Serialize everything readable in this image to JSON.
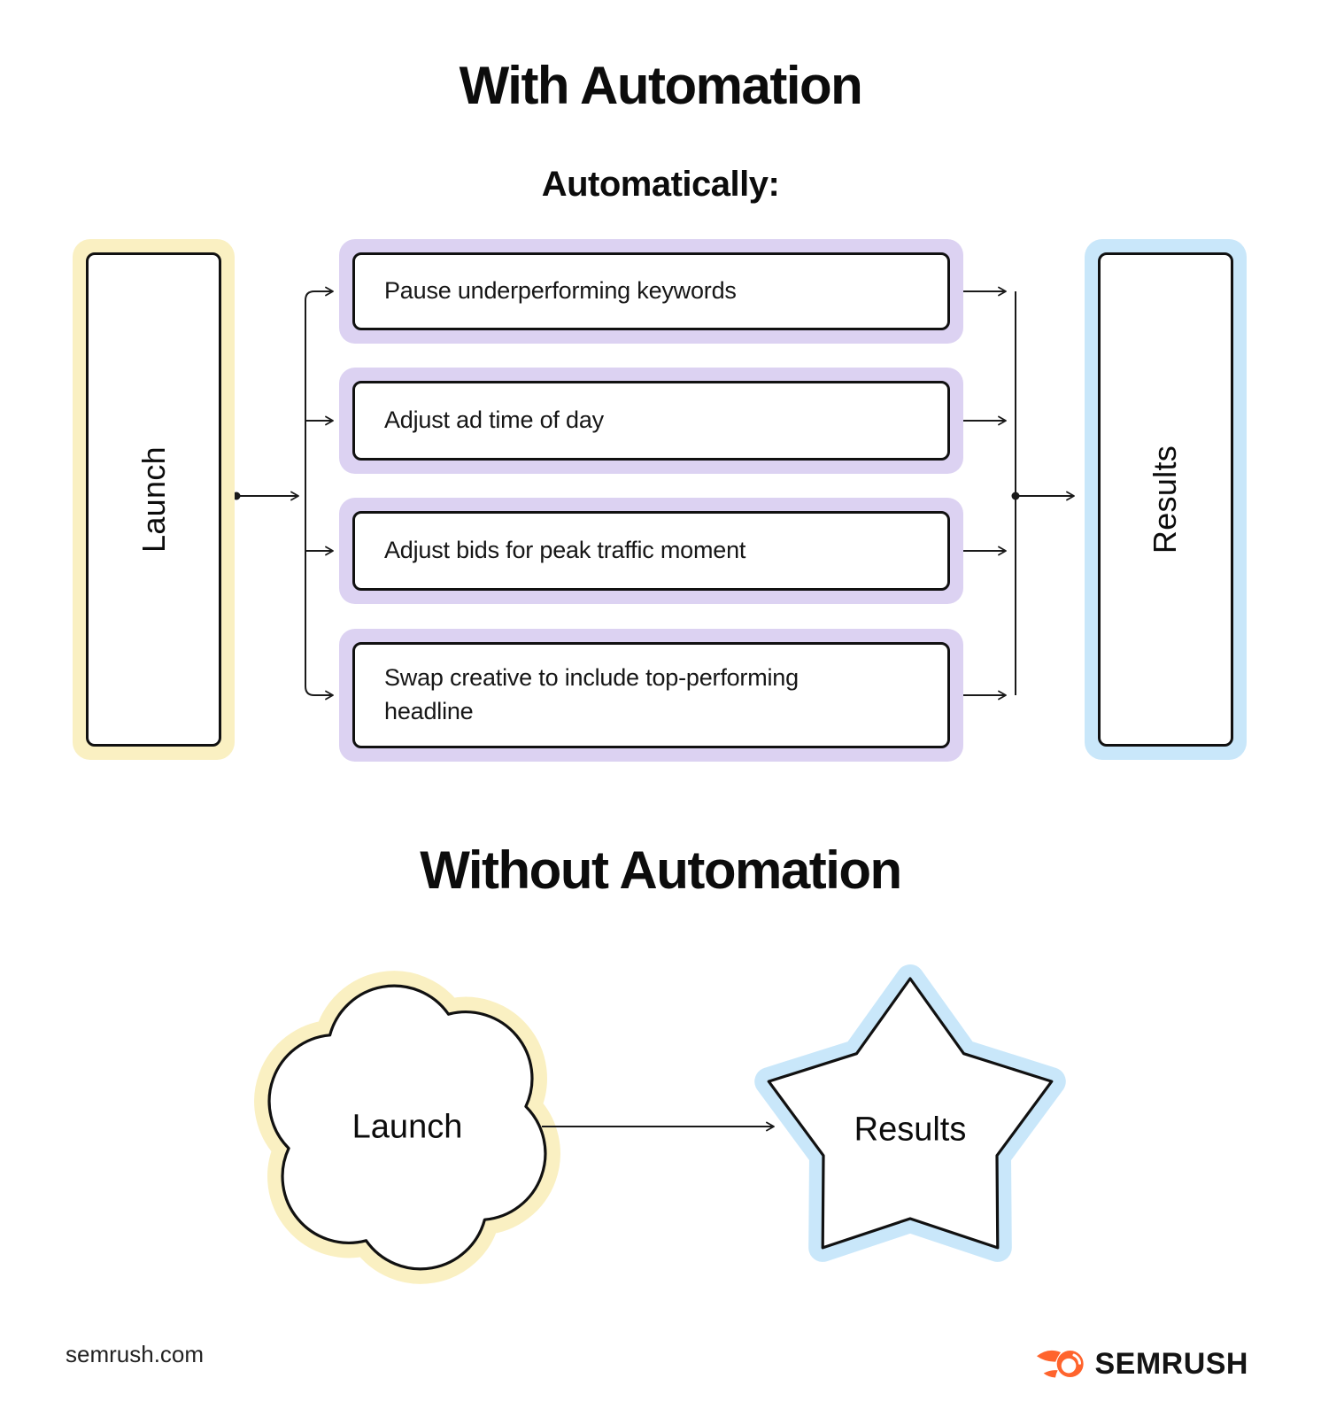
{
  "with_automation": {
    "title": "With Automation",
    "subtitle": "Automatically:",
    "launch_label": "Launch",
    "results_label": "Results",
    "actions": [
      "Pause underperforming keywords",
      "Adjust ad time of day",
      "Adjust bids for peak traffic moment",
      "Swap creative to include top-performing headline"
    ]
  },
  "without_automation": {
    "title": "Without Automation",
    "launch_label": "Launch",
    "results_label": "Results"
  },
  "footer": {
    "website": "semrush.com",
    "brand": "SEMRUSH"
  },
  "colors": {
    "launch_glow": "#FAF0C2",
    "action_glow": "#DCD2F2",
    "results_glow": "#C9E7FA",
    "node_fill": "#ffffff",
    "node_border": "#111111",
    "connector": "#1a1a1a",
    "brand_orange": "#FF642D"
  },
  "icons": {
    "brand_icon": "semrush-flame-icon",
    "connector_ends": "arrowhead-icon"
  }
}
